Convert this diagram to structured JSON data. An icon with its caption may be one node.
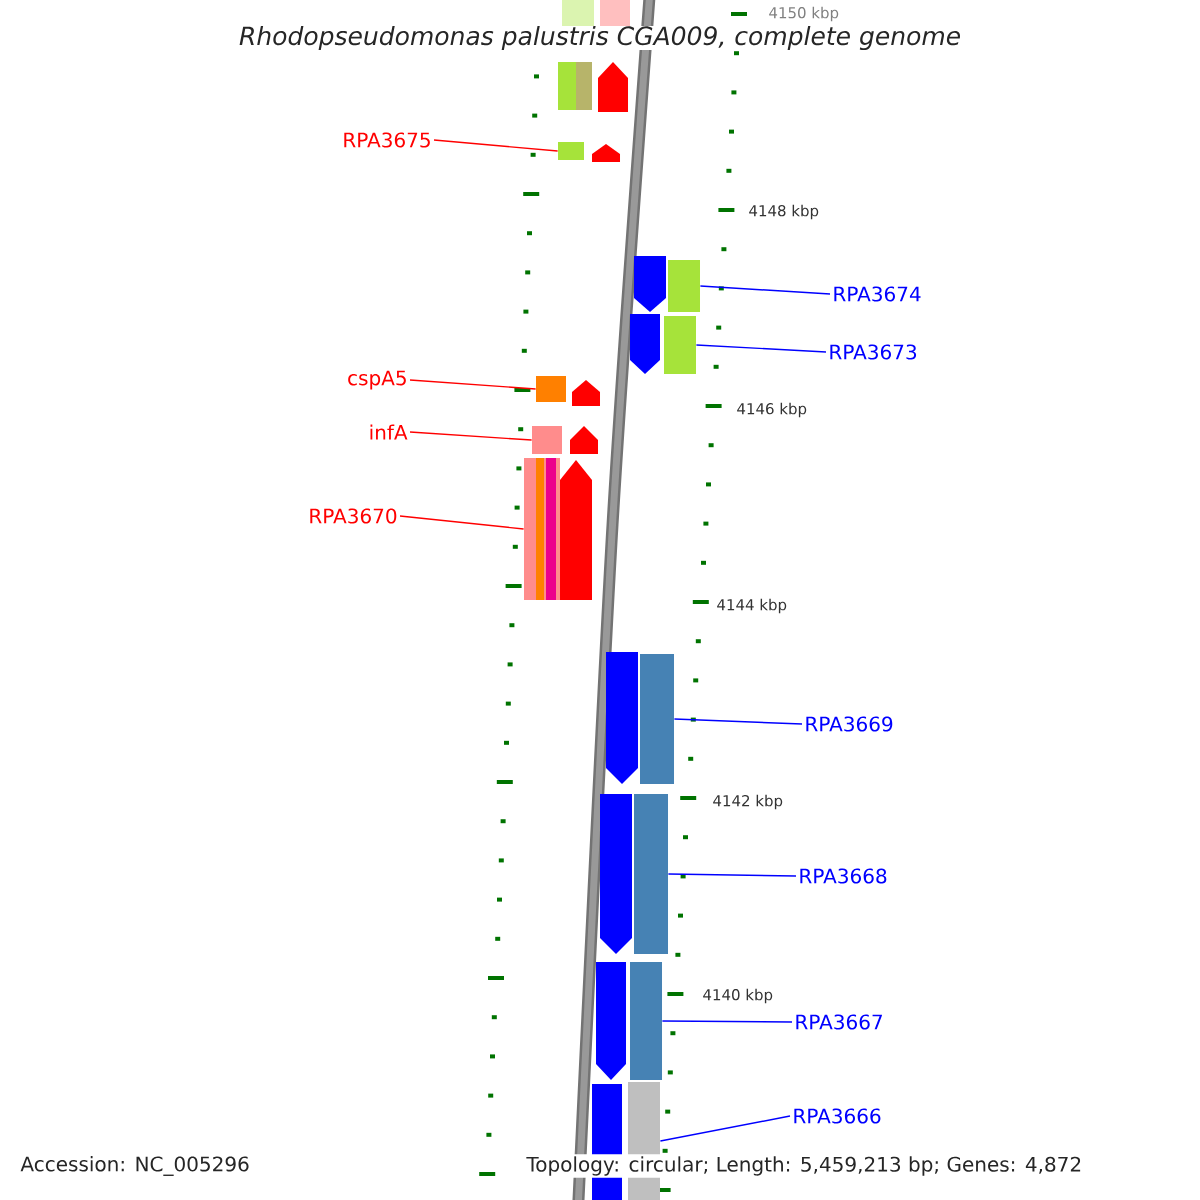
{
  "diagram": {
    "title": "Rhodopseudomonas palustris CGA009, complete genome",
    "nodes": [
      {
        "text": [
          "RPA3675"
        ]
      },
      {
        "text": [],
        "shape": "box"
      },
      {
        "text": [
          "cspA5"
        ]
      },
      {
        "text": [],
        "shape": "box"
      },
      {
        "text": [
          "infA"
        ]
      },
      {
        "text": [],
        "shape": "box"
      },
      {
        "text": [
          "RPA3670"
        ]
      },
      {
        "text": [],
        "shape": "box"
      },
      {
        "text": [
          "RPA3674"
        ]
      },
      {
        "text": [],
        "shape": "box"
      },
      {
        "text": [
          "RPA3673"
        ]
      },
      {
        "text": [],
        "shape": "box"
      },
      {
        "text": [
          "RPA3669"
        ]
      },
      {
        "text": [],
        "shape": "box"
      },
      {
        "text": [
          "RPA3668"
        ]
      },
      {
        "text": [],
        "shape": "box"
      },
      {
        "text": [
          "RPA3667"
        ]
      },
      {
        "text": [],
        "shape": "box"
      },
      {
        "text": [
          "RPA3666"
        ]
      },
      {
        "text": [],
        "shape": "box"
      }
    ],
    "edges": [
      {
        "from": 0,
        "to": 1,
        "arrow": "none",
        "color": "#ff0000"
      },
      {
        "from": 2,
        "to": 3,
        "arrow": "none",
        "color": "#ff0000"
      },
      {
        "from": 4,
        "to": 5,
        "arrow": "none",
        "color": "#ff0000"
      },
      {
        "from": 6,
        "to": 7,
        "arrow": "none",
        "color": "#ff0000"
      },
      {
        "from": 8,
        "to": 9,
        "arrow": "none"
      },
      {
        "from": 10,
        "to": 11,
        "arrow": "none"
      },
      {
        "from": 12,
        "to": 13,
        "arrow": "none"
      },
      {
        "from": 14,
        "to": 15,
        "arrow": "none"
      },
      {
        "from": 16,
        "to": 17,
        "arrow": "none"
      },
      {
        "from": 18,
        "to": 19,
        "arrow": "none"
      }
    ],
    "labels": [
      "4150 kbp",
      "4148 kbp",
      "4146 kbp",
      "4144 kbp",
      "4142 kbp",
      "4140 kbp",
      "Accession: NC_005296",
      "Topology: circular; Length: 5,459,213 bp; Genes: 4,872"
    ]
  }
}
